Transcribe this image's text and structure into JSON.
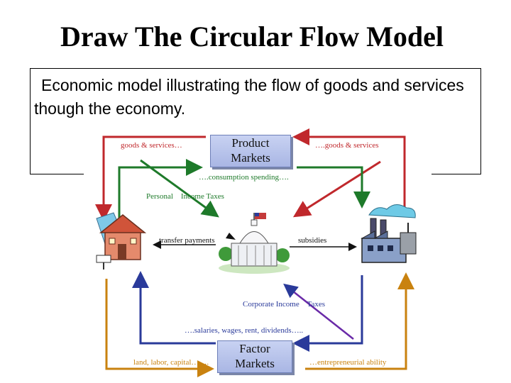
{
  "slide": {
    "title": "Draw The Circular Flow Model",
    "body_text": "Economic model illustrating the flow of goods and services though the economy."
  },
  "diagram": {
    "boxes": {
      "product_markets": [
        "Product",
        "Markets"
      ],
      "factor_markets": [
        "Factor",
        "Markets"
      ]
    },
    "labels": {
      "goods_services_left": "goods & services…",
      "goods_services_right": "….goods & services",
      "consumption_spending": "….consumption spending….",
      "personal_income_taxes": "Personal    Income Taxes",
      "transfer_payments": "transfer payments",
      "subsidies": "subsidies",
      "corporate_income_taxes": "Corporate Income    Taxes",
      "salaries_wages": "….salaries, wages, rent, dividends…..",
      "land_labor_capital": "land, labor, capital…….",
      "entrepreneurial_ability": "…entrepreneurial ability"
    },
    "colors": {
      "goods_flow": "#c0282c",
      "spending_flow": "#1e7a2a",
      "income_flow": "#2a3a9a",
      "resources_flow": "#c9820f"
    },
    "icons": {
      "households": "house-icon",
      "government": "capitol-building-icon",
      "firms": "factory-icon"
    }
  }
}
